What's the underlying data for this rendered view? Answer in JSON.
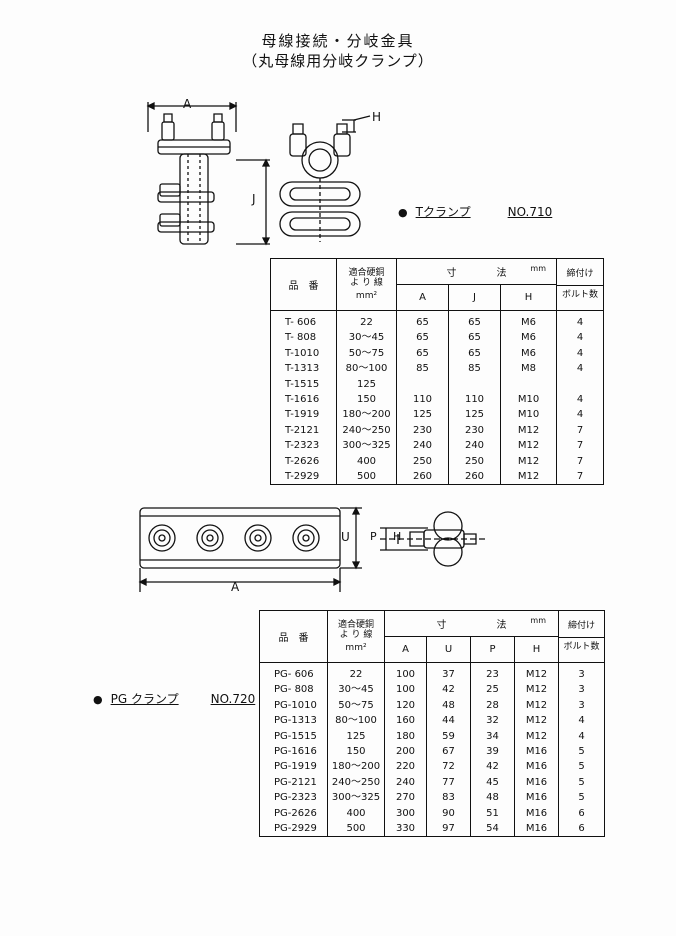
{
  "title": "母線接続・分岐金具",
  "subtitle": "（丸母線用分岐クランプ）",
  "t_clamp": {
    "name": "Tクランプ",
    "number": "NO.710",
    "dim_labels": {
      "A": "A",
      "J": "J",
      "H": "H"
    },
    "headers": {
      "model": "品　番",
      "wire_line1": "適合硬銅",
      "wire_line2": "よ り 線",
      "wire_unit": "mm²",
      "dims": "寸　　　　法",
      "dims_unit": "mm",
      "bolts_line1": "締付け",
      "bolts_line2": "ボルト数",
      "cols": [
        "A",
        "J",
        "H"
      ]
    },
    "rows": [
      {
        "model": "T- 606",
        "wire": "22",
        "a": "65",
        "b": "65",
        "h": "M6",
        "bolts": "4"
      },
      {
        "model": "T- 808",
        "wire": "30～45",
        "a": "65",
        "b": "65",
        "h": "M6",
        "bolts": "4"
      },
      {
        "model": "T-1010",
        "wire": "50～75",
        "a": "65",
        "b": "65",
        "h": "M6",
        "bolts": "4"
      },
      {
        "model": "T-1313",
        "wire": "80～100",
        "a": "85",
        "b": "85",
        "h": "M8",
        "bolts": "4"
      },
      {
        "model": "T-1515",
        "wire": "125",
        "a": "",
        "b": "",
        "h": "",
        "bolts": ""
      },
      {
        "model": "T-1616",
        "wire": "150",
        "a": "110",
        "b": "110",
        "h": "M10",
        "bolts": "4"
      },
      {
        "model": "T-1919",
        "wire": "180～200",
        "a": "125",
        "b": "125",
        "h": "M10",
        "bolts": "4"
      },
      {
        "model": "T-2121",
        "wire": "240～250",
        "a": "230",
        "b": "230",
        "h": "M12",
        "bolts": "7"
      },
      {
        "model": "T-2323",
        "wire": "300～325",
        "a": "240",
        "b": "240",
        "h": "M12",
        "bolts": "7"
      },
      {
        "model": "T-2626",
        "wire": "400",
        "a": "250",
        "b": "250",
        "h": "M12",
        "bolts": "7"
      },
      {
        "model": "T-2929",
        "wire": "500",
        "a": "260",
        "b": "260",
        "h": "M12",
        "bolts": "7"
      }
    ]
  },
  "pg_clamp": {
    "name": "PG クランプ",
    "number": "NO.720",
    "dim_labels": {
      "A": "A",
      "U": "U",
      "P": "P",
      "H": "H"
    },
    "headers": {
      "model": "品　番",
      "wire_line1": "適合硬銅",
      "wire_line2": "よ り 線",
      "wire_unit": "mm²",
      "dims": "寸　　　　　法",
      "dims_unit": "mm",
      "bolts_line1": "締付け",
      "bolts_line2": "ボルト数",
      "cols": [
        "A",
        "U",
        "P",
        "H"
      ]
    },
    "rows": [
      {
        "model": "PG- 606",
        "wire": "22",
        "a": "100",
        "u": "37",
        "p": "23",
        "h": "M12",
        "bolts": "3"
      },
      {
        "model": "PG- 808",
        "wire": "30～45",
        "a": "100",
        "u": "42",
        "p": "25",
        "h": "M12",
        "bolts": "3"
      },
      {
        "model": "PG-1010",
        "wire": "50～75",
        "a": "120",
        "u": "48",
        "p": "28",
        "h": "M12",
        "bolts": "3"
      },
      {
        "model": "PG-1313",
        "wire": "80～100",
        "a": "160",
        "u": "44",
        "p": "32",
        "h": "M12",
        "bolts": "4"
      },
      {
        "model": "PG-1515",
        "wire": "125",
        "a": "180",
        "u": "59",
        "p": "34",
        "h": "M12",
        "bolts": "4"
      },
      {
        "model": "PG-1616",
        "wire": "150",
        "a": "200",
        "u": "67",
        "p": "39",
        "h": "M16",
        "bolts": "5"
      },
      {
        "model": "PG-1919",
        "wire": "180～200",
        "a": "220",
        "u": "72",
        "p": "42",
        "h": "M16",
        "bolts": "5"
      },
      {
        "model": "PG-2121",
        "wire": "240～250",
        "a": "240",
        "u": "77",
        "p": "45",
        "h": "M16",
        "bolts": "5"
      },
      {
        "model": "PG-2323",
        "wire": "300～325",
        "a": "270",
        "u": "83",
        "p": "48",
        "h": "M16",
        "bolts": "5"
      },
      {
        "model": "PG-2626",
        "wire": "400",
        "a": "300",
        "u": "90",
        "p": "51",
        "h": "M16",
        "bolts": "6"
      },
      {
        "model": "PG-2929",
        "wire": "500",
        "a": "330",
        "u": "97",
        "p": "54",
        "h": "M16",
        "bolts": "6"
      }
    ]
  }
}
